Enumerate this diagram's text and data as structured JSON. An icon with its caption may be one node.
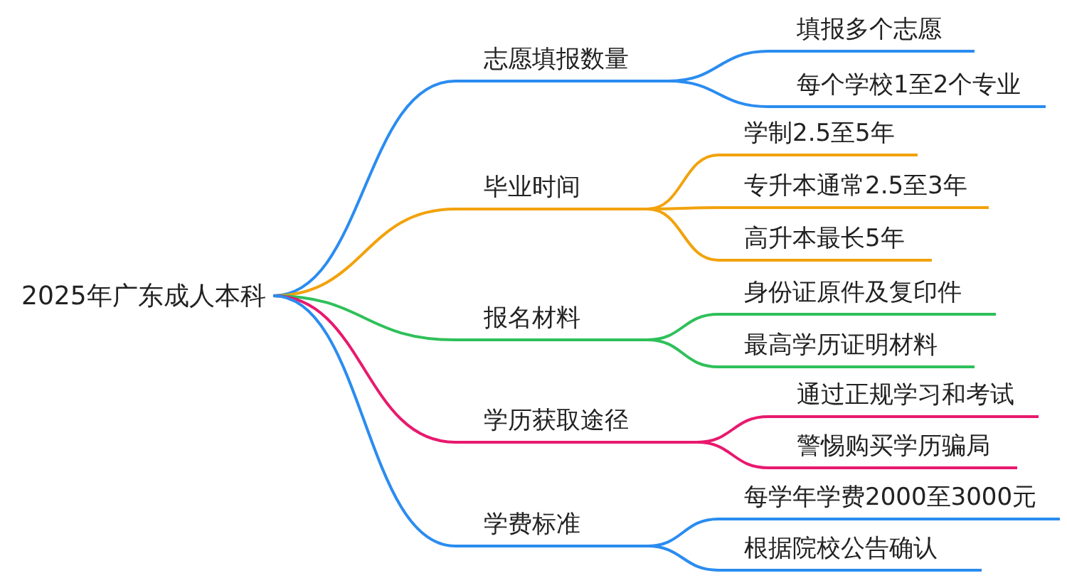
{
  "diagram": {
    "nodes": [
      {
        "text": [
          "2025年广东成人本科"
        ]
      },
      {
        "text": [
          "志愿填报数量"
        ]
      },
      {
        "text": [
          "填报多个志愿"
        ]
      },
      {
        "text": [
          "每个学校1至2个专业"
        ]
      },
      {
        "text": [
          "毕业时间"
        ]
      },
      {
        "text": [
          "学制2.5至5年"
        ]
      },
      {
        "text": [
          "专升本通常2.5至3年"
        ]
      },
      {
        "text": [
          "高升本最长5年"
        ]
      },
      {
        "text": [
          "报名材料"
        ]
      },
      {
        "text": [
          "身份证原件及复印件"
        ]
      },
      {
        "text": [
          "最高学历证明材料"
        ]
      },
      {
        "text": [
          "学历获取途径"
        ]
      },
      {
        "text": [
          "通过正规学习和考试"
        ]
      },
      {
        "text": [
          "警惕购买学历骗局"
        ]
      },
      {
        "text": [
          "学费标准"
        ]
      },
      {
        "text": [
          "每学年学费2000至3000元"
        ]
      },
      {
        "text": [
          "根据院校公告确认"
        ]
      }
    ],
    "edges": [
      {
        "from": 0,
        "to": 1,
        "arrow": "none"
      },
      {
        "from": 1,
        "to": 2,
        "arrow": "none"
      },
      {
        "from": 1,
        "to": 3,
        "arrow": "none"
      },
      {
        "from": 0,
        "to": 4,
        "arrow": "none",
        "color": "#f2a20c"
      },
      {
        "from": 4,
        "to": 5,
        "arrow": "none",
        "color": "#f2a20c"
      },
      {
        "from": 4,
        "to": 6,
        "arrow": "none",
        "color": "#f2a20c"
      },
      {
        "from": 4,
        "to": 7,
        "arrow": "none",
        "color": "#f2a20c"
      },
      {
        "from": 0,
        "to": 8,
        "arrow": "none",
        "color": "#2ec05a"
      },
      {
        "from": 8,
        "to": 9,
        "arrow": "none",
        "color": "#2ec05a"
      },
      {
        "from": 8,
        "to": 10,
        "arrow": "none",
        "color": "#2ec05a"
      },
      {
        "from": 0,
        "to": 11,
        "arrow": "none",
        "color": "#e8196e"
      },
      {
        "from": 11,
        "to": 12,
        "arrow": "none",
        "color": "#e8196e"
      },
      {
        "from": 11,
        "to": 13,
        "arrow": "none",
        "color": "#e8196e"
      },
      {
        "from": 0,
        "to": 14,
        "arrow": "none"
      },
      {
        "from": 14,
        "to": 15,
        "arrow": "none"
      },
      {
        "from": 14,
        "to": 16,
        "arrow": "none"
      }
    ]
  }
}
